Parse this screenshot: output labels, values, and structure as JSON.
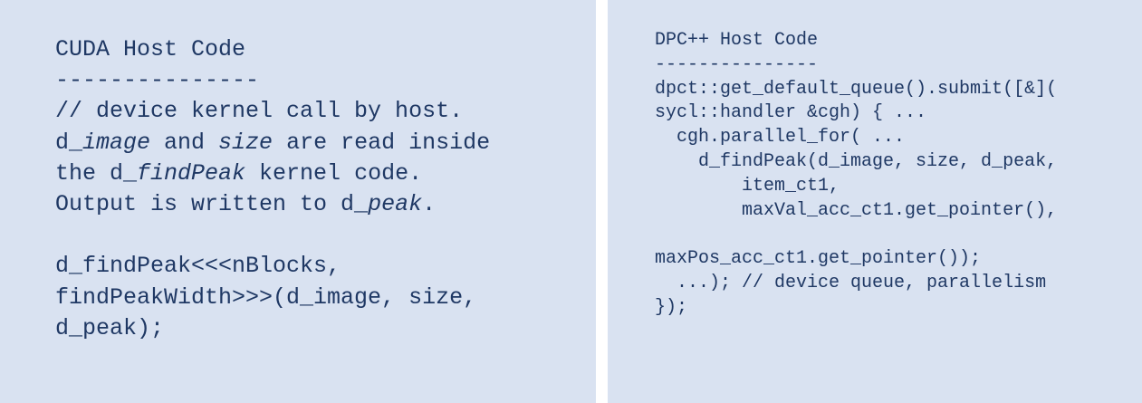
{
  "left_panel": {
    "lines": [
      [
        {
          "t": "CUDA Host Code"
        }
      ],
      [
        {
          "t": "---------------"
        }
      ],
      [
        {
          "t": "// device kernel call by host."
        }
      ],
      [
        {
          "t": "d_"
        },
        {
          "t": "image",
          "i": true
        },
        {
          "t": " and "
        },
        {
          "t": "size",
          "i": true
        },
        {
          "t": " are read inside"
        }
      ],
      [
        {
          "t": "the d_"
        },
        {
          "t": "findPeak",
          "i": true
        },
        {
          "t": " kernel code."
        }
      ],
      [
        {
          "t": "Output is written to d_"
        },
        {
          "t": "peak",
          "i": true
        },
        {
          "t": "."
        }
      ],
      [
        {
          "t": ""
        }
      ],
      [
        {
          "t": "d_findPeak<<<nBlocks,"
        }
      ],
      [
        {
          "t": "findPeakWidth>>>(d_image, size,"
        }
      ],
      [
        {
          "t": "d_peak);"
        }
      ]
    ]
  },
  "right_panel": {
    "lines": [
      [
        {
          "t": "DPC++ Host Code"
        }
      ],
      [
        {
          "t": "---------------"
        }
      ],
      [
        {
          "t": "dpct::get_default_queue().submit([&]("
        }
      ],
      [
        {
          "t": "sycl::handler &cgh) { ..."
        }
      ],
      [
        {
          "t": "  cgh.parallel_for( ..."
        }
      ],
      [
        {
          "t": "    d_findPeak(d_image, size, d_peak,"
        }
      ],
      [
        {
          "t": "        item_ct1,"
        }
      ],
      [
        {
          "t": "        maxVal_acc_ct1.get_pointer(),"
        }
      ],
      [
        {
          "t": ""
        }
      ],
      [
        {
          "t": "maxPos_acc_ct1.get_pointer());"
        }
      ],
      [
        {
          "t": "  ...); // device queue, parallelism"
        }
      ],
      [
        {
          "t": "});"
        }
      ]
    ]
  }
}
